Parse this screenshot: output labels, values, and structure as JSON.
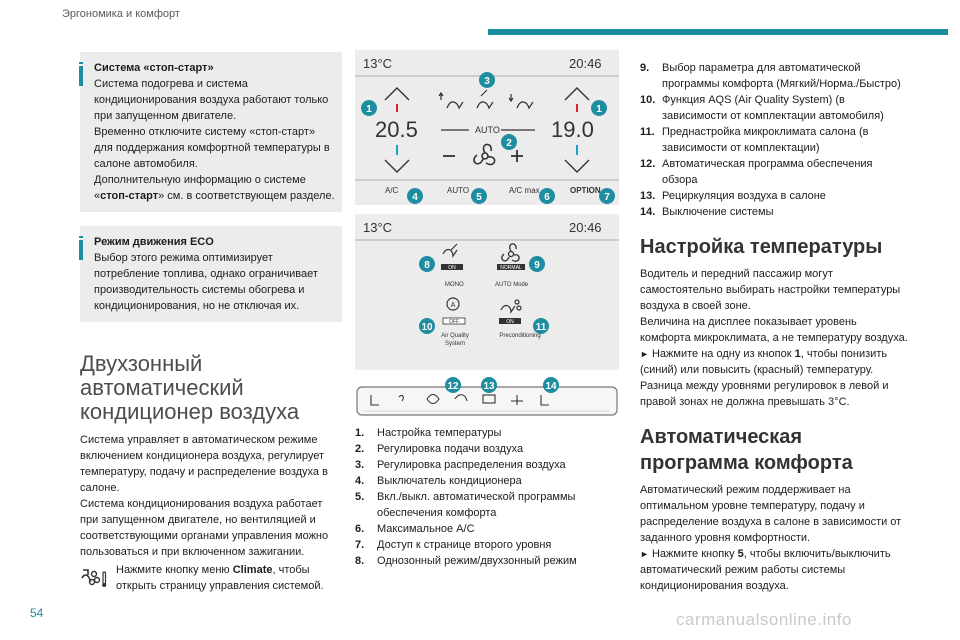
{
  "header": {
    "title": "Эргономика и комфорт"
  },
  "page_number": "54",
  "watermark": "carmanualsonline.info",
  "notes": [
    {
      "title": "Система «стоп-старт»",
      "text": "Система подогрева и система кондиционирования воздуха работают только при запущенном двигателе.",
      "text2": "Временно отключите систему «стоп-старт» для поддержания комфортной температуры в салоне автомобиля.",
      "text3_a": "Дополнительную информацию о системе «",
      "text3_bold": "стоп-старт",
      "text3_b": "» см. в соответствующем разделе."
    },
    {
      "title": "Режим движения ECO",
      "text": "Выбор этого режима оптимизирует потребление топлива, однако ограничивает производительность системы обогрева и кондиционирования, но не отключая их."
    }
  ],
  "section_dual": {
    "heading": "Двухзонный автоматический кондиционер воздуха",
    "p1": "Система управляет в автоматическом режиме включением кондиционера воздуха, регулирует температуру, подачу и распределение воздуха в салоне.",
    "p2": "Система кондиционирования воздуха работает при запущенном двигателе, но вентиляцией и соответствующими органами управления можно пользоваться и при включенном зажигании.",
    "menu_a": "Нажмите кнопку меню ",
    "menu_bold": "Climate",
    "menu_b": ", чтобы открыть страницу управления системой."
  },
  "screen1": {
    "temp_unit": "13°C",
    "time": "20:46",
    "temp_left": "20.5",
    "temp_right": "19.0",
    "auto_label": "AUTO",
    "btn_ac": "A/C",
    "btn_auto": "AUTO",
    "btn_acmax": "A/C max",
    "btn_option": "OPTION"
  },
  "screen2": {
    "temp_unit": "13°C",
    "time": "20:46",
    "on_label": "ON",
    "normal_label": "NORMAL",
    "mono_label": "MONO",
    "automode_label": "AUTO Mode",
    "aqs_state": "OFF",
    "precond_state": "ON",
    "aqs_label_1": "Air Quality",
    "aqs_label_2": "System",
    "precond_label": "Preconditioning"
  },
  "callouts": [
    "1",
    "2",
    "3",
    "4",
    "5",
    "6",
    "7",
    "8",
    "9",
    "10",
    "11",
    "12",
    "13",
    "14"
  ],
  "legend_middle": [
    {
      "num": "1.",
      "text": "Настройка температуры"
    },
    {
      "num": "2.",
      "text": "Регулировка подачи воздуха"
    },
    {
      "num": "3.",
      "text": "Регулировка распределения воздуха"
    },
    {
      "num": "4.",
      "text": "Выключатель кондиционера"
    },
    {
      "num": "5.",
      "text": "Вкл./выкл. автоматической программы обеспечения комфорта"
    },
    {
      "num": "6.",
      "text": "Максимальное A/C"
    },
    {
      "num": "7.",
      "text": "Доступ к странице второго уровня"
    },
    {
      "num": "8.",
      "text": "Однозонный режим/двухзонный режим"
    }
  ],
  "legend_right": [
    {
      "num": "9.",
      "text": "Выбор параметра для автоматической программы комфорта (Мягкий/Норма./Быстро)"
    },
    {
      "num": "10.",
      "text": "Функция AQS (Air Quality System) (в зависимости от комплектации автомобиля)"
    },
    {
      "num": "11.",
      "text": "Преднастройка микроклимата салона (в зависимости от комплектации)"
    },
    {
      "num": "12.",
      "text": "Автоматическая программа обеспечения обзора"
    },
    {
      "num": "13.",
      "text": "Рециркуляция воздуха в салоне"
    },
    {
      "num": "14.",
      "text": "Выключение системы"
    }
  ],
  "section_temp": {
    "heading": "Настройка температуры",
    "p1": "Водитель и передний пассажир могут самостоятельно выбирать настройки температуры воздуха в своей зоне.",
    "p2": "Величина на дисплее показывает уровень комфорта микроклимата, а не температуру воздуха.",
    "p3_a": "Нажмите на одну из кнопок ",
    "p3_bold": "1",
    "p3_b": ", чтобы понизить (синий) или повысить (красный) температуру.",
    "p4": "Разница между уровнями регулировок в левой и правой зонах не должна превышать 3°C."
  },
  "section_auto": {
    "heading": "Автоматическая программа комфорта",
    "p1": "Автоматический режим поддерживает на оптимальном уровне температуру, подачу и распределение воздуха в салоне в зависимости от заданного уровня комфортности.",
    "p2_a": "Нажмите кнопку ",
    "p2_bold": "5",
    "p2_b": ", чтобы включить/выключить автоматический режим работы системы кондиционирования воздуха."
  },
  "colors": {
    "accent": "#1f8da0",
    "callout": "#1f8da0",
    "hot": "#d9242c",
    "cold": "#1aa3c8",
    "note_bg": "#ececec"
  },
  "icons": [
    "lightbulb-icon",
    "climate-menu-icon",
    "fan-icon",
    "chevron-up-icon",
    "chevron-down-icon",
    "plus-icon",
    "minus-icon",
    "recirculation-icon",
    "defrost-icon",
    "seat-heat-icon"
  ]
}
